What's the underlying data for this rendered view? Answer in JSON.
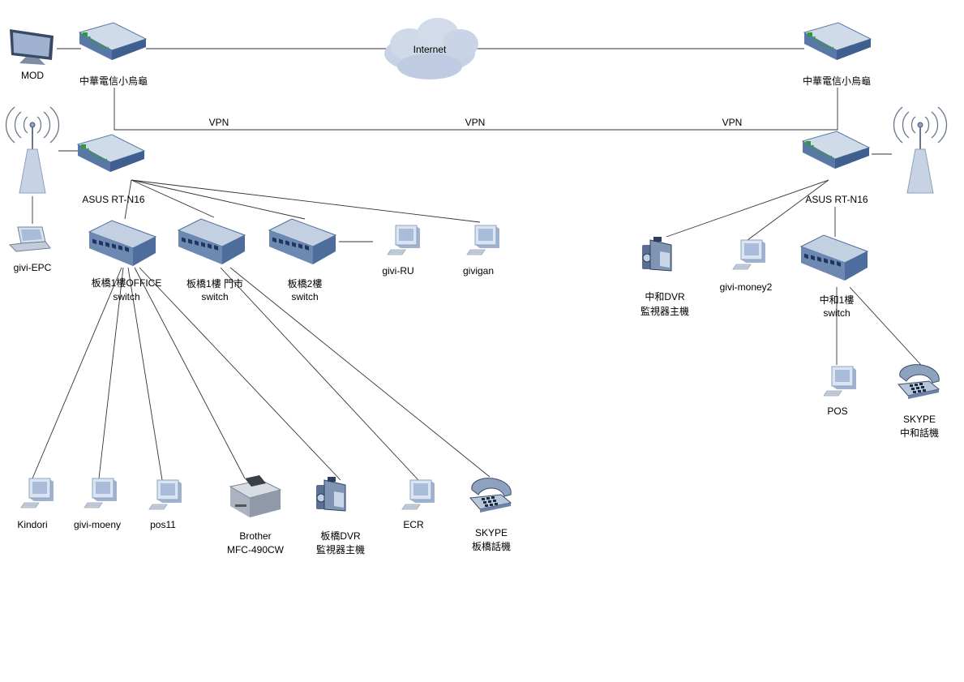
{
  "colors": {
    "router_top": "#cfdbe9",
    "router_side": "#5a78a6",
    "router_led": "#2f9a3a",
    "switch_top": "#c3d0e1",
    "switch_front": "#6d89b2",
    "cloud": "#c7d2e4",
    "computer": "#dbe5f2",
    "line": "#333333"
  },
  "icons": {
    "router": "router-icon",
    "switch": "switch-icon",
    "pc": "desktop-computer-icon",
    "camera": "video-camera-icon",
    "phone": "telephone-icon",
    "printer": "printer-icon",
    "laptop": "laptop-icon",
    "antenna": "wireless-antenna-icon",
    "tv": "tv-monitor-icon",
    "cloud": "cloud-icon"
  },
  "labels": {
    "mod": "MOD",
    "cht_left": "中華電信小烏龜",
    "cht_right": "中華電信小烏龜",
    "internet": "Internet",
    "vpn_1": "VPN",
    "vpn_2": "VPN",
    "vpn_3": "VPN",
    "asus_left": "ASUS RT-N16",
    "asus_right": "ASUS RT-N16",
    "givi_epc": "givi-EPC",
    "sw_office_1": "板橋1樓OFFICE",
    "sw_office_2": "switch",
    "sw_store_1": "板橋1樓 門市",
    "sw_store_2": "switch",
    "sw_2f_1": "板橋2樓",
    "sw_2f_2": "switch",
    "givi_ru": "givi-RU",
    "givigan": "givigan",
    "dvr_zh_1": "中和DVR",
    "dvr_zh_2": "監視器主機",
    "givi_money2": "givi-money2",
    "sw_zh_1": "中和1樓",
    "sw_zh_2": "switch",
    "pos": "POS",
    "skype_zh_1": "SKYPE",
    "skype_zh_2": "中和話機",
    "kindori": "Kindori",
    "givi_moeny": "givi-moeny",
    "pos11": "pos11",
    "brother_1": "Brother",
    "brother_2": "MFC-490CW",
    "dvr_bq_1": "板橋DVR",
    "dvr_bq_2": "監視器主機",
    "ecr": "ECR",
    "skype_bq_1": "SKYPE",
    "skype_bq_2": "板橋話機"
  }
}
